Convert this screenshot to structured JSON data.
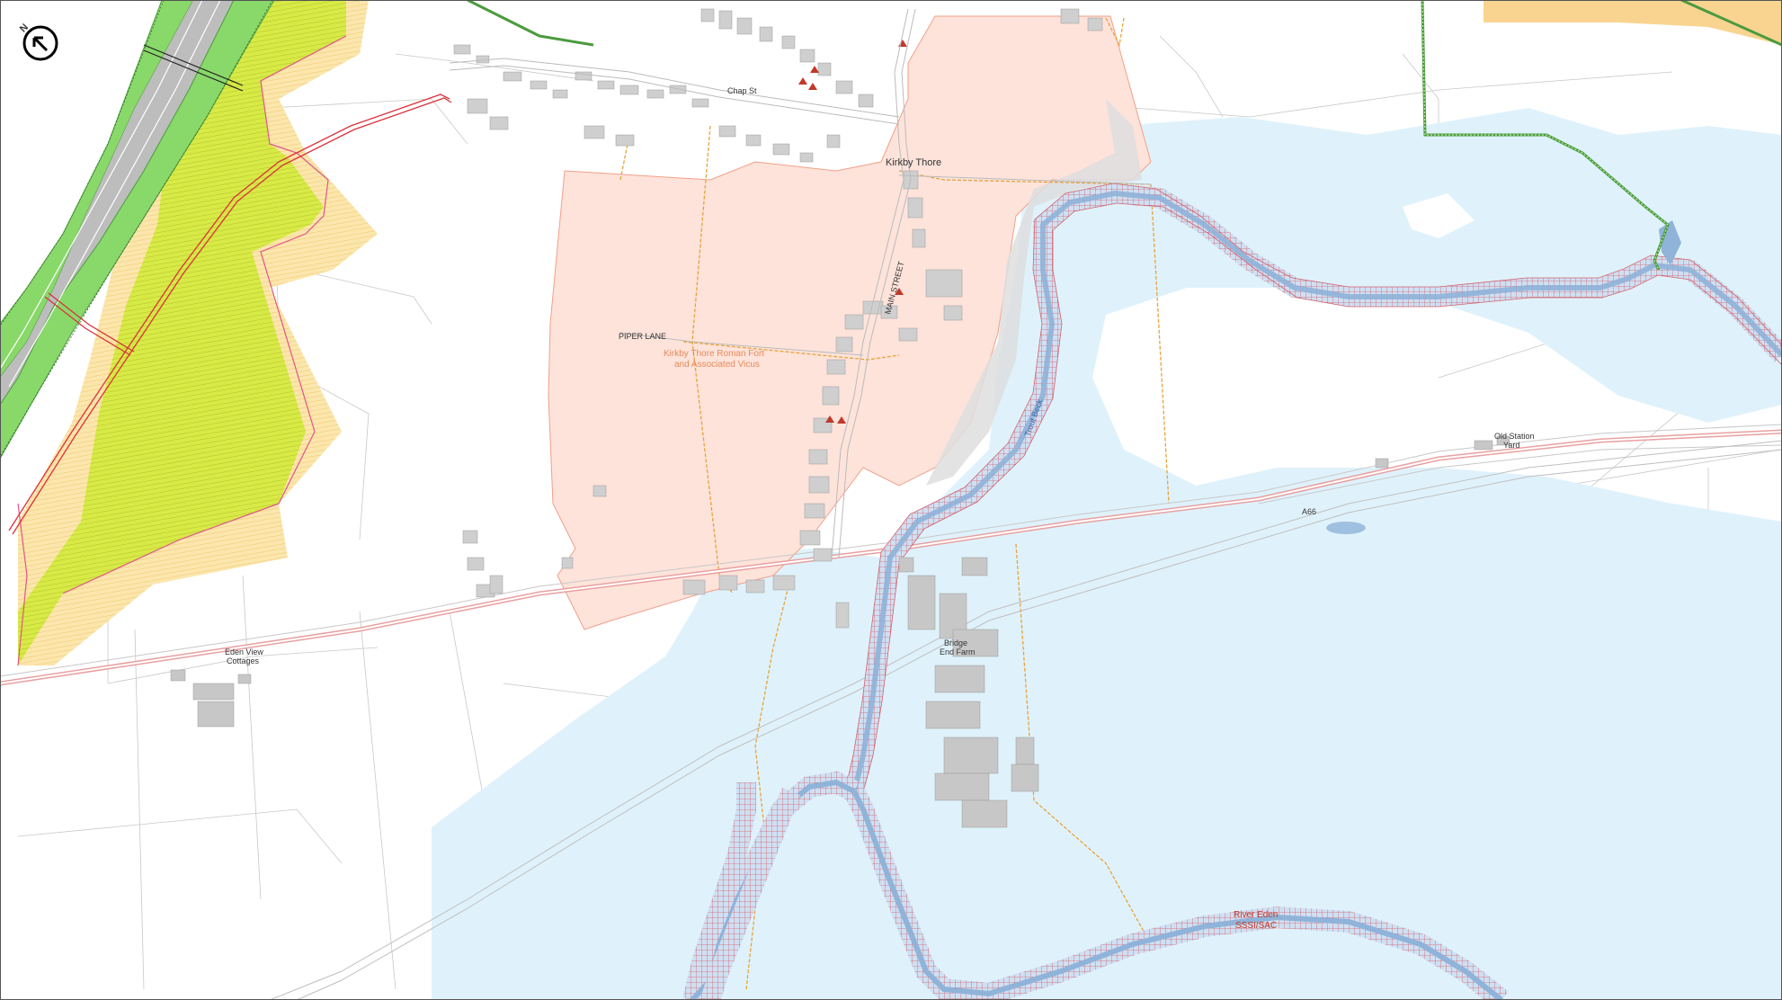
{
  "map": {
    "north_label": "N",
    "labels": {
      "kirkby_thore": "Kirkby Thore",
      "roman_fort_line1": "Kirkby Thore Roman Fort",
      "roman_fort_line2": "and Associated Vicus",
      "piper_lane": "PIPER LANE",
      "main_street": "MAIN STREET",
      "chap_street": "Chap St",
      "trout_beck": "Trout Beck",
      "old_station_line1": "Old Station",
      "old_station_line2": "Yard",
      "a66": "A66",
      "eden_view_line1": "Eden View",
      "eden_view_line2": "Cottages",
      "bridge_end_line1": "Bridge",
      "bridge_end_line2": "End Farm",
      "river_eden_line1": "River Eden",
      "river_eden_line2": "SSSI/SAC"
    },
    "colors": {
      "flood_zone": "#dff2fb",
      "scheduled_monument": "#fde3da",
      "scheduled_monument_edge": "#f0a08a",
      "river_sac": "#8fb3d9",
      "river_hatch": "#d6606b",
      "landscape_zone": "#d7ea45",
      "landscape_edge": "#f7d58a",
      "woodland_green": "#89d86a",
      "boundary_orange": "#e8a23a",
      "a66_red": "#e9a0a0",
      "buildings": "#cfcfcf",
      "listed_building": "#c0392b"
    }
  }
}
